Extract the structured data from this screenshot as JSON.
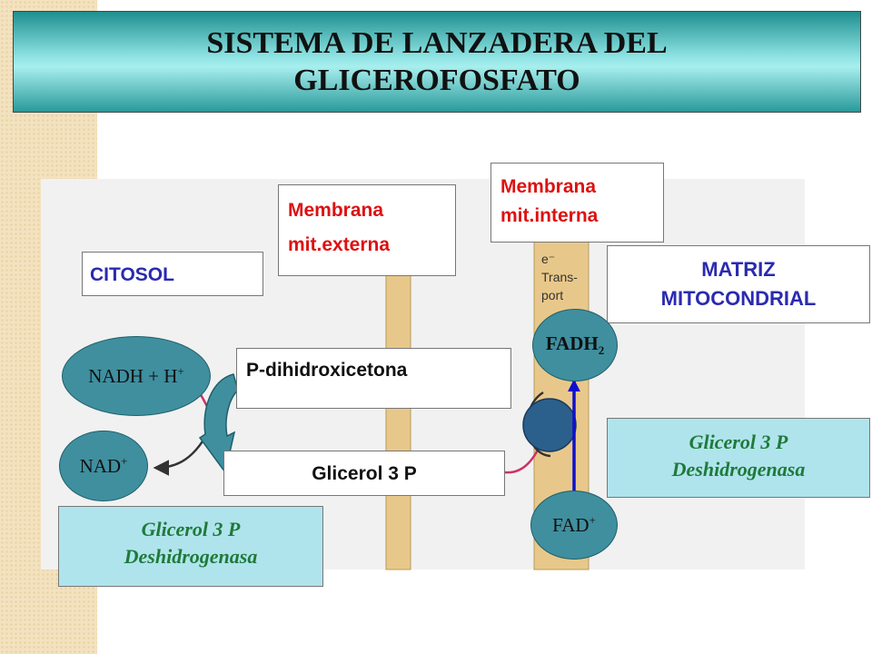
{
  "title": {
    "line1": "SISTEMA DE LANZADERA DEL",
    "line2": "GLICEROFOSFATO"
  },
  "labels": {
    "citosol": "CITOSOL",
    "membrana_externa_1": "Membrana",
    "membrana_externa_2": "mit.externa",
    "membrana_interna_1": "Membrana",
    "membrana_interna_2": "mit.interna",
    "matriz_1": "MATRIZ",
    "matriz_2": "MITOCONDRIAL",
    "p_dihidroxicetona": "P-dihidroxicetona",
    "glicerol_3p": "Glicerol 3 P",
    "transport_1": "e⁻",
    "transport_2": "Trans-",
    "transport_3": "port"
  },
  "cofactors": {
    "nadh_base": "NADH + H",
    "nadh_sup": "+",
    "nad_base": "NAD",
    "nad_sup": "+",
    "fadh_base": "FADH",
    "fadh_sub": "2",
    "fad_base": "FAD",
    "fad_sup": "+"
  },
  "enzymes": {
    "left_line1": "Glicerol 3 P",
    "left_line2": "Deshidrogenasa",
    "right_line1": "Glicerol 3 P",
    "right_line2": "Deshidrogenasa"
  },
  "colors": {
    "title_teal": "#1f8f8f",
    "ellipse_fill": "#3f8f9f",
    "enzyme_fill": "#b0e4ec",
    "enzyme_text": "#1e7a3a",
    "membrane_label": "#dd1111",
    "label_blue": "#2a2ab0",
    "membrane_tan": "#e8c88a",
    "arrow_blue": "#1010cc"
  }
}
